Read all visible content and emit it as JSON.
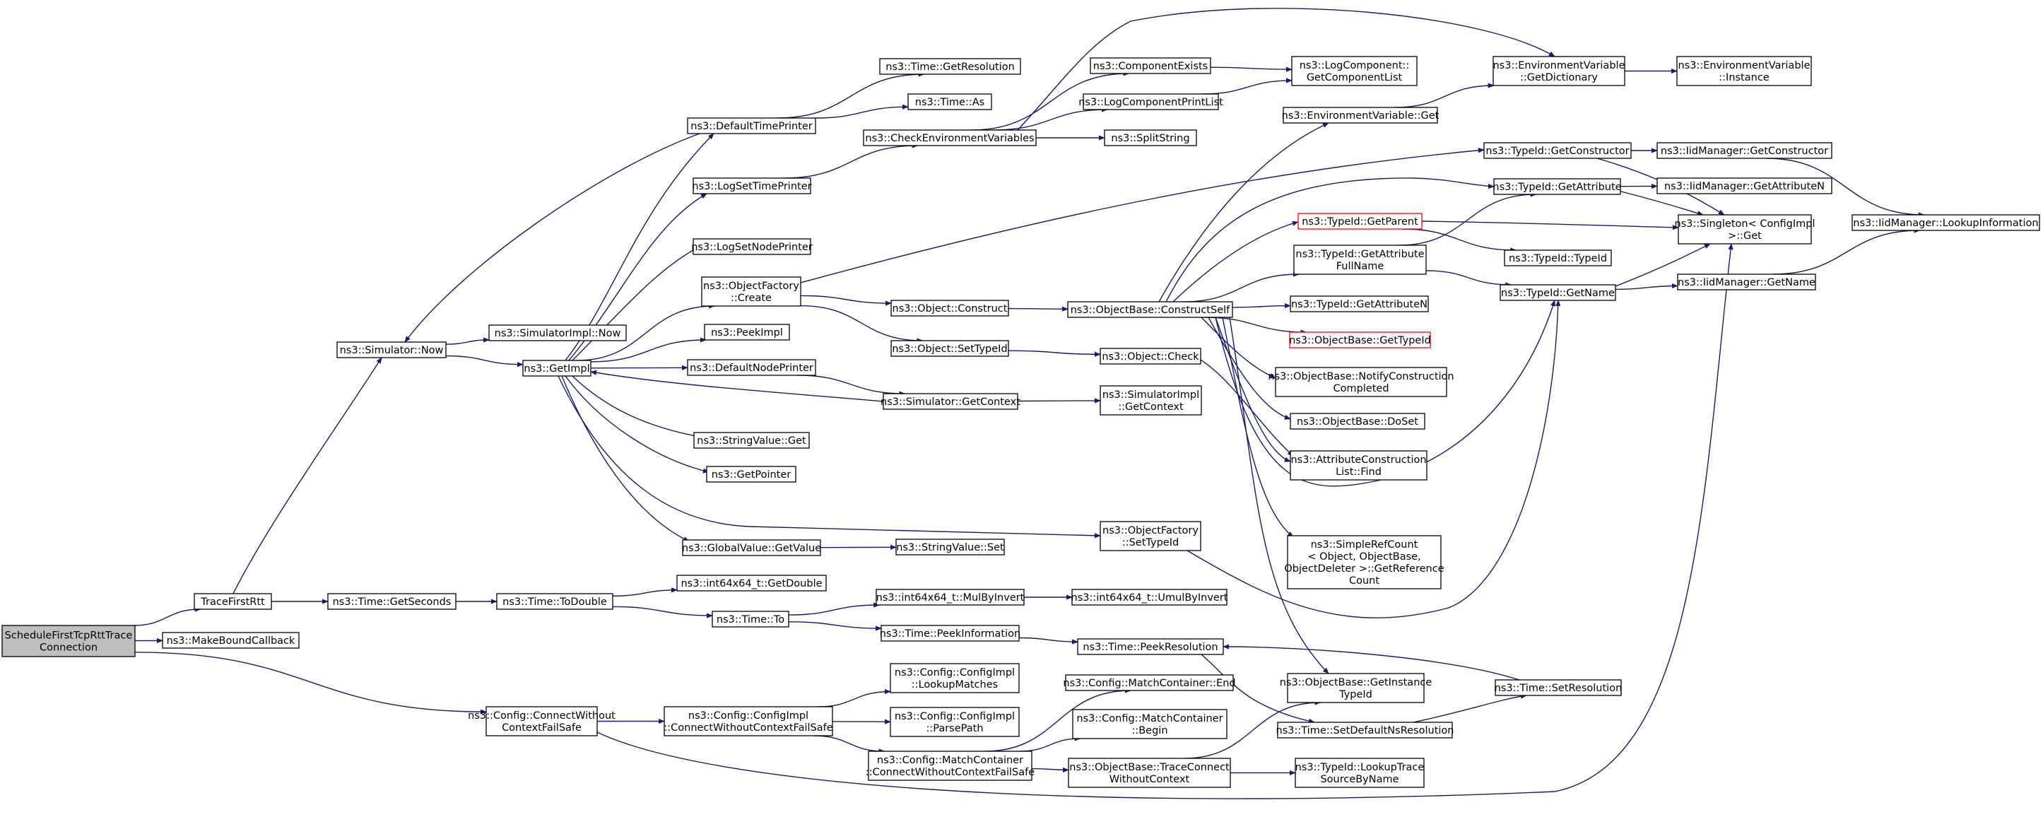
{
  "diagram": {
    "nodes": [
      {
        "id": "root",
        "lines": [
          "ScheduleFirstTcpRttTrace",
          "Connection"
        ],
        "style": "root"
      },
      {
        "id": "tracefirstrtt",
        "lines": [
          "TraceFirstRtt"
        ]
      },
      {
        "id": "makeboundcallback",
        "lines": [
          "ns3::MakeBoundCallback"
        ]
      },
      {
        "id": "connectwithout",
        "lines": [
          "ns3::Config::ConnectWithout",
          "ContextFailSafe"
        ]
      },
      {
        "id": "simnow",
        "lines": [
          "ns3::Simulator::Now"
        ]
      },
      {
        "id": "timegetseconds",
        "lines": [
          "ns3::Time::GetSeconds"
        ]
      },
      {
        "id": "configimplconnect",
        "lines": [
          "ns3::Config::ConfigImpl",
          "::ConnectWithoutContextFailSafe"
        ]
      },
      {
        "id": "simimplnow",
        "lines": [
          "ns3::SimulatorImpl::Now"
        ]
      },
      {
        "id": "getimpl",
        "lines": [
          "ns3::GetImpl"
        ]
      },
      {
        "id": "timetodouble",
        "lines": [
          "ns3::Time::ToDouble"
        ]
      },
      {
        "id": "timeto",
        "lines": [
          "ns3::Time::To"
        ]
      },
      {
        "id": "lookupmatches",
        "lines": [
          "ns3::Config::ConfigImpl",
          "::LookupMatches"
        ]
      },
      {
        "id": "parsepath",
        "lines": [
          "ns3::Config::ConfigImpl",
          "::ParsePath"
        ]
      },
      {
        "id": "mcconnect",
        "lines": [
          "ns3::Config::MatchContainer",
          "::ConnectWithoutContextFailSafe"
        ]
      },
      {
        "id": "defaulttimeprinter",
        "lines": [
          "ns3::DefaultTimePrinter"
        ]
      },
      {
        "id": "logsettimeprinter",
        "lines": [
          "ns3::LogSetTimePrinter"
        ]
      },
      {
        "id": "logsetnodeprinter",
        "lines": [
          "ns3::LogSetNodePrinter"
        ]
      },
      {
        "id": "ofcreate",
        "lines": [
          "ns3::ObjectFactory",
          "::Create"
        ]
      },
      {
        "id": "peekimpl",
        "lines": [
          "ns3::PeekImpl"
        ]
      },
      {
        "id": "defaultnodeprinter",
        "lines": [
          "ns3::DefaultNodePrinter"
        ]
      },
      {
        "id": "stringvalueget",
        "lines": [
          "ns3::StringValue::Get"
        ]
      },
      {
        "id": "getpointer",
        "lines": [
          "ns3::GetPointer"
        ]
      },
      {
        "id": "globalvalueget",
        "lines": [
          "ns3::GlobalValue::GetValue"
        ]
      },
      {
        "id": "getdouble",
        "lines": [
          "ns3::int64x64_t::GetDouble"
        ]
      },
      {
        "id": "mulbyinvert",
        "lines": [
          "ns3::int64x64_t::MulByInvert"
        ]
      },
      {
        "id": "timepeekinfo",
        "lines": [
          "ns3::Time::PeekInformation"
        ]
      },
      {
        "id": "gettimeres",
        "lines": [
          "ns3::Time::GetResolution"
        ]
      },
      {
        "id": "timeas",
        "lines": [
          "ns3::Time::As"
        ]
      },
      {
        "id": "checkenv",
        "lines": [
          "ns3::CheckEnvironmentVariables"
        ]
      },
      {
        "id": "objconstruct",
        "lines": [
          "ns3::Object::Construct"
        ]
      },
      {
        "id": "objsettypeid",
        "lines": [
          "ns3::Object::SetTypeId"
        ]
      },
      {
        "id": "simgetcontext",
        "lines": [
          "ns3::Simulator::GetContext"
        ]
      },
      {
        "id": "stringvalueset",
        "lines": [
          "ns3::StringValue::Set"
        ]
      },
      {
        "id": "umulbyinvert",
        "lines": [
          "ns3::int64x64_t::UmulByInvert"
        ]
      },
      {
        "id": "mcend",
        "lines": [
          "ns3::Config::MatchContainer::End"
        ]
      },
      {
        "id": "mcbegin",
        "lines": [
          "ns3::Config::MatchContainer",
          "::Begin"
        ]
      },
      {
        "id": "obtraceconnect",
        "lines": [
          "ns3::ObjectBase::TraceConnect",
          "WithoutContext"
        ]
      },
      {
        "id": "compexists",
        "lines": [
          "ns3::ComponentExists"
        ]
      },
      {
        "id": "logcompprint",
        "lines": [
          "ns3::LogComponentPrintList"
        ]
      },
      {
        "id": "splitstring",
        "lines": [
          "ns3::SplitString"
        ]
      },
      {
        "id": "obconstructself",
        "lines": [
          "ns3::ObjectBase::ConstructSelf"
        ]
      },
      {
        "id": "objcheck",
        "lines": [
          "ns3::Object::Check"
        ]
      },
      {
        "id": "simimplgetcontext",
        "lines": [
          "ns3::SimulatorImpl",
          "::GetContext"
        ]
      },
      {
        "id": "ofsettypeid",
        "lines": [
          "ns3::ObjectFactory",
          "::SetTypeId"
        ]
      },
      {
        "id": "timepeekres",
        "lines": [
          "ns3::Time::PeekResolution"
        ]
      },
      {
        "id": "logcompgetlist",
        "lines": [
          "ns3::LogComponent::",
          "GetComponentList"
        ]
      },
      {
        "id": "envget",
        "lines": [
          "ns3::EnvironmentVariable::Get"
        ]
      },
      {
        "id": "typeidgetparent",
        "lines": [
          "ns3::TypeId::GetParent"
        ],
        "style": "red"
      },
      {
        "id": "typeidgetattrfull",
        "lines": [
          "ns3::TypeId::GetAttribute",
          "FullName"
        ]
      },
      {
        "id": "typeidgetattrn",
        "lines": [
          "ns3::TypeId::GetAttributeN"
        ]
      },
      {
        "id": "obgettypeid",
        "lines": [
          "ns3::ObjectBase::GetTypeId"
        ],
        "style": "red"
      },
      {
        "id": "obnotify",
        "lines": [
          "ns3::ObjectBase::NotifyConstruction",
          "Completed"
        ]
      },
      {
        "id": "obdoset",
        "lines": [
          "ns3::ObjectBase::DoSet"
        ]
      },
      {
        "id": "attrconstfind",
        "lines": [
          "ns3::AttributeConstruction",
          "List::Find"
        ]
      },
      {
        "id": "simplerefcount",
        "lines": [
          "ns3::SimpleRefCount",
          "< Object, ObjectBase,",
          "ObjectDeleter >::GetReference",
          "Count"
        ]
      },
      {
        "id": "obgetinstancetypeid",
        "lines": [
          "ns3::ObjectBase::GetInstance",
          "TypeId"
        ]
      },
      {
        "id": "timesetdefaultns",
        "lines": [
          "ns3::Time::SetDefaultNsResolution"
        ]
      },
      {
        "id": "typeidlookuptrace",
        "lines": [
          "ns3::TypeId::LookupTrace",
          "SourceByName"
        ]
      },
      {
        "id": "envgetdict",
        "lines": [
          "ns3::EnvironmentVariable",
          "::GetDictionary"
        ]
      },
      {
        "id": "typeidgetconstructor",
        "lines": [
          "ns3::TypeId::GetConstructor"
        ]
      },
      {
        "id": "typeidgetattribute",
        "lines": [
          "ns3::TypeId::GetAttribute"
        ]
      },
      {
        "id": "typeidtypeid",
        "lines": [
          "ns3::TypeId::TypeId"
        ]
      },
      {
        "id": "typeidgetname",
        "lines": [
          "ns3::TypeId::GetName"
        ]
      },
      {
        "id": "timesetres",
        "lines": [
          "ns3::Time::SetResolution"
        ]
      },
      {
        "id": "envinstance",
        "lines": [
          "ns3::EnvironmentVariable",
          "::Instance"
        ]
      },
      {
        "id": "iidgetconstructor",
        "lines": [
          "ns3::IidManager::GetConstructor"
        ]
      },
      {
        "id": "iidgetattrn",
        "lines": [
          "ns3::IidManager::GetAttributeN"
        ]
      },
      {
        "id": "singletonget",
        "lines": [
          "ns3::Singleton< ConfigImpl",
          " >::Get"
        ]
      },
      {
        "id": "iidgetname",
        "lines": [
          "ns3::IidManager::GetName"
        ]
      },
      {
        "id": "iidlookupinfo",
        "lines": [
          "ns3::IidManager::LookupInformation"
        ]
      }
    ],
    "edges": [
      [
        "root",
        "tracefirstrtt"
      ],
      [
        "root",
        "makeboundcallback"
      ],
      [
        "root",
        "connectwithout"
      ],
      [
        "tracefirstrtt",
        "simnow"
      ],
      [
        "tracefirstrtt",
        "timegetseconds"
      ],
      [
        "simnow",
        "simimplnow"
      ],
      [
        "simnow",
        "getimpl"
      ],
      [
        "getimpl",
        "defaulttimeprinter"
      ],
      [
        "getimpl",
        "logsettimeprinter"
      ],
      [
        "getimpl",
        "logsetnodeprinter"
      ],
      [
        "getimpl",
        "ofcreate"
      ],
      [
        "getimpl",
        "peekimpl"
      ],
      [
        "getimpl",
        "defaultnodeprinter"
      ],
      [
        "getimpl",
        "stringvalueget"
      ],
      [
        "getimpl",
        "getpointer"
      ],
      [
        "getimpl",
        "globalvalueget"
      ],
      [
        "getimpl",
        "ofsettypeid"
      ],
      [
        "defaulttimeprinter",
        "simnow"
      ],
      [
        "defaulttimeprinter",
        "gettimeres"
      ],
      [
        "defaulttimeprinter",
        "timeas"
      ],
      [
        "logsettimeprinter",
        "checkenv"
      ],
      [
        "checkenv",
        "compexists"
      ],
      [
        "checkenv",
        "logcompprint"
      ],
      [
        "checkenv",
        "splitstring"
      ],
      [
        "checkenv",
        "envgetdict"
      ],
      [
        "compexists",
        "logcompgetlist"
      ],
      [
        "logcompprint",
        "logcompgetlist"
      ],
      [
        "envgetdict",
        "envinstance"
      ],
      [
        "envget",
        "envgetdict"
      ],
      [
        "ofcreate",
        "objconstruct"
      ],
      [
        "ofcreate",
        "objsettypeid"
      ],
      [
        "ofcreate",
        "typeidgetconstructor"
      ],
      [
        "objconstruct",
        "obconstructself"
      ],
      [
        "objsettypeid",
        "objcheck"
      ],
      [
        "defaultnodeprinter",
        "simgetcontext"
      ],
      [
        "simgetcontext",
        "getimpl"
      ],
      [
        "simgetcontext",
        "simimplgetcontext"
      ],
      [
        "globalvalueget",
        "stringvalueset"
      ],
      [
        "ofsettypeid",
        "typeidgetname"
      ],
      [
        "obconstructself",
        "envget"
      ],
      [
        "obconstructself",
        "typeidgetattribute"
      ],
      [
        "obconstructself",
        "typeidgetparent"
      ],
      [
        "obconstructself",
        "typeidgetattrfull"
      ],
      [
        "obconstructself",
        "typeidgetattrn"
      ],
      [
        "obconstructself",
        "obgettypeid"
      ],
      [
        "obconstructself",
        "obnotify"
      ],
      [
        "obconstructself",
        "obdoset"
      ],
      [
        "obconstructself",
        "attrconstfind"
      ],
      [
        "obconstructself",
        "simplerefcount"
      ],
      [
        "obconstructself",
        "obgetinstancetypeid"
      ],
      [
        "obconstructself",
        "typeidgetname"
      ],
      [
        "objcheck",
        "attrconstfind"
      ],
      [
        "typeidgetconstructor",
        "iidgetconstructor"
      ],
      [
        "typeidgetconstructor",
        "singletonget"
      ],
      [
        "typeidgetattribute",
        "iidgetattrn"
      ],
      [
        "typeidgetattribute",
        "singletonget"
      ],
      [
        "typeidgetparent",
        "typeidtypeid"
      ],
      [
        "typeidgetparent",
        "singletonget"
      ],
      [
        "typeidgetattrfull",
        "typeidgetattribute"
      ],
      [
        "typeidgetattrfull",
        "typeidgetname"
      ],
      [
        "typeidgetname",
        "singletonget"
      ],
      [
        "typeidgetname",
        "iidgetname"
      ],
      [
        "iidgetconstructor",
        "iidlookupinfo"
      ],
      [
        "iidgetname",
        "iidlookupinfo"
      ],
      [
        "timegetseconds",
        "timetodouble"
      ],
      [
        "timetodouble",
        "getdouble"
      ],
      [
        "timetodouble",
        "timeto"
      ],
      [
        "timeto",
        "mulbyinvert"
      ],
      [
        "timeto",
        "timepeekinfo"
      ],
      [
        "mulbyinvert",
        "umulbyinvert"
      ],
      [
        "timepeekinfo",
        "timepeekres"
      ],
      [
        "timepeekres",
        "timesetdefaultns"
      ],
      [
        "timesetdefaultns",
        "timesetres"
      ],
      [
        "timesetres",
        "timepeekres"
      ],
      [
        "connectwithout",
        "configimplconnect"
      ],
      [
        "connectwithout",
        "singletonget"
      ],
      [
        "configimplconnect",
        "lookupmatches"
      ],
      [
        "configimplconnect",
        "parsepath"
      ],
      [
        "configimplconnect",
        "mcconnect"
      ],
      [
        "mcconnect",
        "mcend"
      ],
      [
        "mcconnect",
        "mcbegin"
      ],
      [
        "mcconnect",
        "obtraceconnect"
      ],
      [
        "obtraceconnect",
        "obgetinstancetypeid"
      ],
      [
        "obtraceconnect",
        "typeidlookuptrace"
      ]
    ]
  }
}
